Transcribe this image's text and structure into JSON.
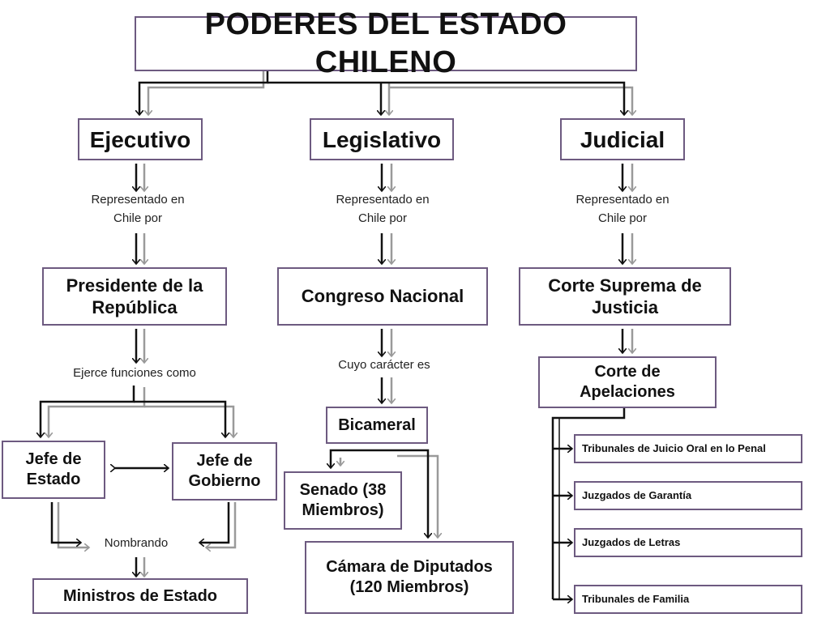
{
  "title": "PODERES DEL ESTADO CHILENO",
  "branches": {
    "ejecutivo": "Ejecutivo",
    "legislativo": "Legislativo",
    "judicial": "Judicial"
  },
  "connector_labels": {
    "representado": "Representado en Chile por",
    "ejerce": "Ejerce funciones como",
    "cuyo": "Cuyo carácter es",
    "nombrando": "Nombrando"
  },
  "executive": {
    "presidente": "Presidente de la República",
    "jefe_estado": "Jefe de Estado",
    "jefe_gobierno": "Jefe de Gobierno",
    "ministros": "Ministros de Estado"
  },
  "legislative": {
    "congreso": "Congreso Nacional",
    "bicameral": "Bicameral",
    "senado": "Senado (38 Miembros)",
    "camara": "Cámara de Diputados (120 Miembros)"
  },
  "judicial": {
    "corte_suprema": "Corte Suprema de Justicia",
    "corte_apelaciones": "Corte de Apelaciones",
    "tribunales": [
      "Tribunales de Juicio Oral en lo Penal",
      "Juzgados de Garantía",
      "Juzgados de Letras",
      "Tribunales de Familia"
    ]
  },
  "colors": {
    "border": "#6d5a80",
    "line": "#111111",
    "shadow": "#9a9a9a"
  }
}
